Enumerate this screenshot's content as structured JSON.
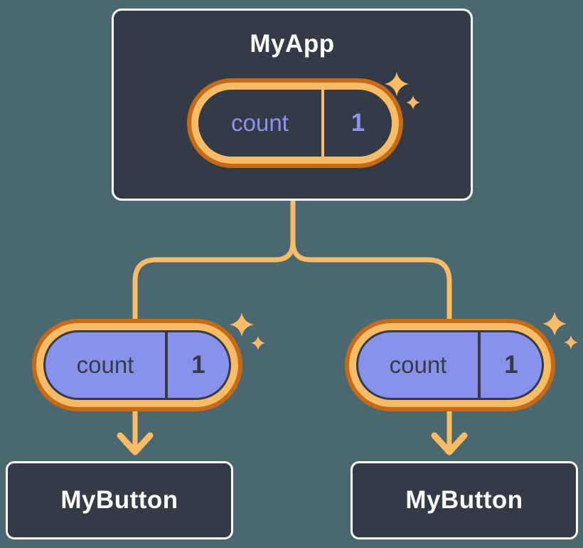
{
  "colors": {
    "background": "#4B6770",
    "node_fill": "#343A46",
    "node_border": "#FFFFFF",
    "connector_orange": "#F8BB66",
    "pill_ring_dark_orange": "#C76A15",
    "pill_ring_light_orange": "#F8BB66",
    "pill_purple_fill": "#8892EB",
    "pill_purple_text": "#8B93EE",
    "dark_text": "#343A46",
    "light_text": "#FFFFFF"
  },
  "tree": {
    "root": {
      "title": "MyApp",
      "state_pill": {
        "key": "count",
        "value": "1"
      }
    },
    "children": [
      {
        "title": "MyButton",
        "prop_pill": {
          "key": "count",
          "value": "1"
        }
      },
      {
        "title": "MyButton",
        "prop_pill": {
          "key": "count",
          "value": "1"
        }
      }
    ]
  }
}
